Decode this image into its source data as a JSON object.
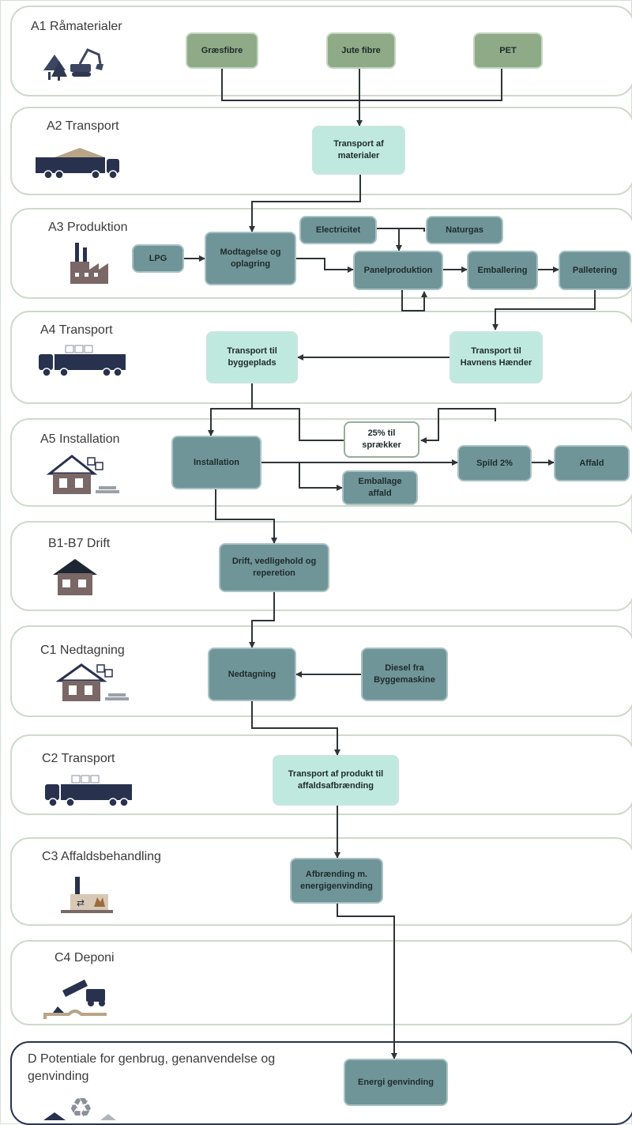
{
  "stages": {
    "a1": "A1 Råmaterialer",
    "a2": "A2 Transport",
    "a3": "A3 Produktion",
    "a4": "A4 Transport",
    "a5": "A5 Installation",
    "b": "B1-B7 Drift",
    "c1": "C1 Nedtagning",
    "c2": "C2 Transport",
    "c3": "C3 Affaldsbehandling",
    "c4": "C4 Deponi",
    "d_line1": "D Potentiale for genbrug, genanvendelse og",
    "d_line2": "genvinding"
  },
  "nodes": {
    "graesfibre": "Græsfibre",
    "jute": "Jute fibre",
    "pet": "PET",
    "transport_materialer": "Transport af materialer",
    "electricitet": "Electricitet",
    "naturgas": "Naturgas",
    "lpg": "LPG",
    "modtagelse": "Modtagelse og oplagring",
    "panelproduktion": "Panelproduktion",
    "emballering": "Emballering",
    "palletering": "Palletering",
    "transport_byggeplads": "Transport til byggeplads",
    "transport_havnens": "Transport til Havnens Hænder",
    "sprakker": "25% til sprækker",
    "installation": "Installation",
    "spild": "Spild 2%",
    "affald": "Affald",
    "emballage_affald": "Emballage affald",
    "drift": "Drift, vedligehold og reperetion",
    "nedtagning": "Nedtagning",
    "diesel": "Diesel fra Byggemaskine",
    "transport_produkt": "Transport af produkt til affaldsafbrænding",
    "afbraending": "Afbrænding m. energigenvinding",
    "energi": "Energi genvinding"
  },
  "colors": {
    "raw": "#8eaa87",
    "light": "#bfe9df",
    "dark": "#6f9598",
    "arrow": "#2f3437",
    "band_border": "#cfd9cd",
    "final_border": "#2b3350"
  }
}
